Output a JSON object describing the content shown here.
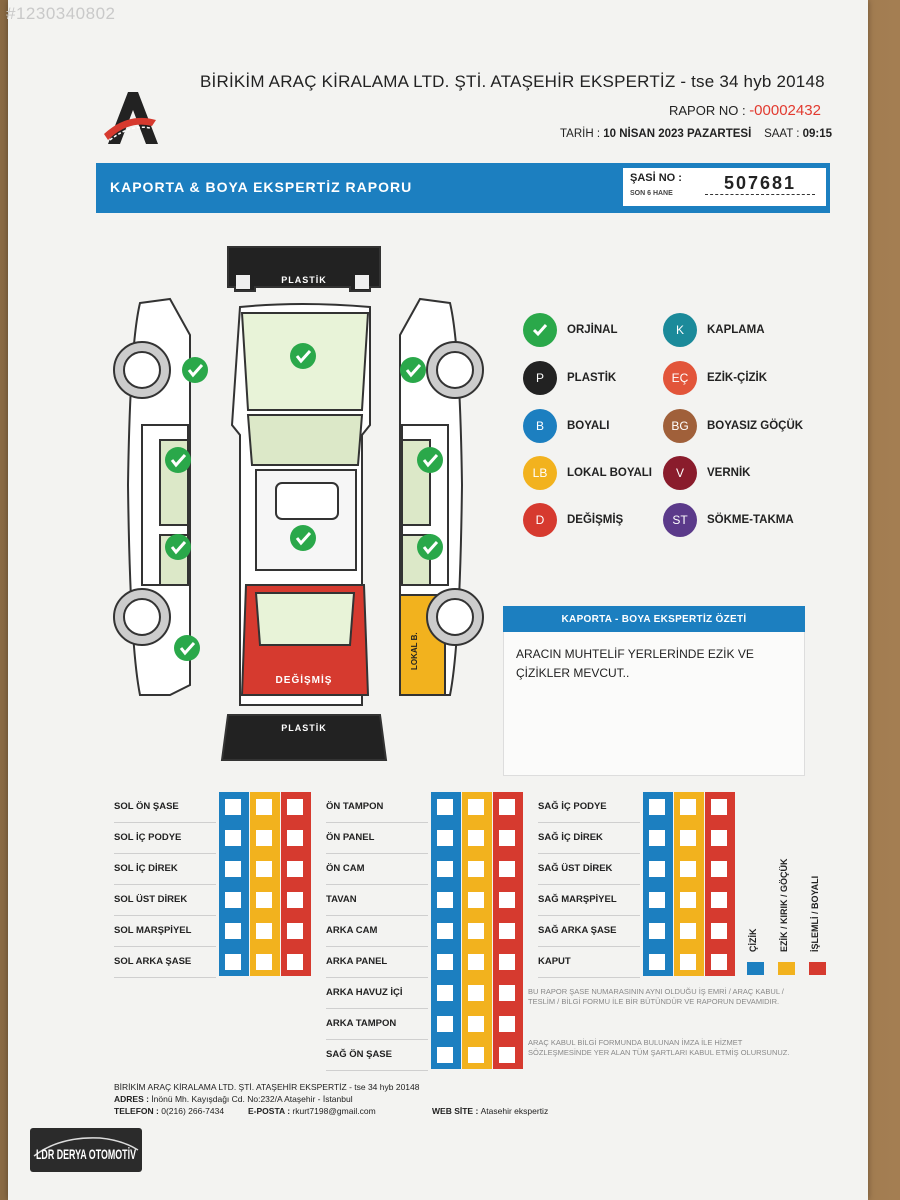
{
  "listing_id": "#1230340802",
  "company_header": "BİRİKİM ARAÇ KİRALAMA LTD. ŞTİ. ATAŞEHİR EKSPERTİZ - tse 34 hyb 20148",
  "report_no_label": "RAPOR NO : ",
  "report_no": "-00002432",
  "date_label": "TARİH : ",
  "date_value": "10 NİSAN 2023 PAZARTESİ",
  "time_label": "SAAT : ",
  "time_value": "09:15",
  "title": "KAPORTA & BOYA EKSPERTİZ RAPORU",
  "chassis": {
    "label": "ŞASİ NO :",
    "sublabel": "SON 6 HANE",
    "value": "507681"
  },
  "diagram_labels": {
    "front_bumper": "PLASTİK",
    "rear_bumper": "PLASTİK",
    "trunk": "DEĞİŞMİŞ",
    "rear_right": "LOKAL B."
  },
  "colors": {
    "blue": "#1c7fc0",
    "yellow": "#f2b21e",
    "red": "#d63a2f",
    "green": "#2aa84a",
    "original": "#2aa84a"
  },
  "legend": [
    {
      "abbr": "",
      "label": "ORJİNAL",
      "color": "#2aa84a",
      "icon": "check-icon"
    },
    {
      "abbr": "K",
      "label": "KAPLAMA",
      "color": "#1b8a9a"
    },
    {
      "abbr": "P",
      "label": "PLASTİK",
      "color": "#222222"
    },
    {
      "abbr": "EÇ",
      "label": "EZİK-ÇİZİK",
      "color": "#e2553a"
    },
    {
      "abbr": "B",
      "label": "BOYALI",
      "color": "#1c7fc0"
    },
    {
      "abbr": "BG",
      "label": "BOYASIZ GÖÇÜK",
      "color": "#a0603a"
    },
    {
      "abbr": "LB",
      "label": "LOKAL BOYALI",
      "color": "#f2b21e"
    },
    {
      "abbr": "V",
      "label": "VERNİK",
      "color": "#8a1c2c"
    },
    {
      "abbr": "D",
      "label": "DEĞİŞMİŞ",
      "color": "#d63a2f"
    },
    {
      "abbr": "ST",
      "label": "SÖKME-TAKMA",
      "color": "#5b3a8a"
    }
  ],
  "summary": {
    "header": "KAPORTA - BOYA EKSPERTİZ ÖZETİ",
    "text": "ARACIN MUHTELİF YERLERİNDE EZİK VE ÇİZİKLER MEVCUT.."
  },
  "parts": {
    "left": [
      "SOL ÖN ŞASE",
      "SOL İÇ PODYE",
      "SOL İÇ DİREK",
      "SOL ÜST DİREK",
      "SOL MARŞPİYEL",
      "SOL ARKA ŞASE"
    ],
    "middle": [
      "ÖN TAMPON",
      "ÖN PANEL",
      "ÖN CAM",
      "TAVAN",
      "ARKA CAM",
      "ARKA PANEL",
      "ARKA HAVUZ İÇİ",
      "ARKA TAMPON",
      "SAĞ ÖN ŞASE"
    ],
    "right": [
      "SAĞ İÇ PODYE",
      "SAĞ İÇ DİREK",
      "SAĞ ÜST DİREK",
      "SAĞ MARŞPİYEL",
      "SAĞ ARKA ŞASE",
      "KAPUT"
    ]
  },
  "column_legend": [
    "ÇİZİK",
    "EZİK / KIRIK / GÖÇÜK",
    "İŞLEMLİ / BOYALI"
  ],
  "notes": [
    "BU RAPOR ŞASE NUMARASININ AYNI OLDUĞU İŞ EMRİ / ARAÇ KABUL / TESLİM / BİLGİ FORMU İLE BİR BÜTÜNDÜR VE RAPORUN DEVAMIDIR.",
    "ARAÇ KABUL BİLGİ FORMUNDA BULUNAN İMZA İLE HİZMET SÖZLEŞMESİNDE YER ALAN TÜM ŞARTLARI KABUL ETMİŞ OLURSUNUZ."
  ],
  "footer": {
    "company": "BİRİKİM ARAÇ KİRALAMA LTD. ŞTİ. ATAŞEHİR EKSPERTİZ - tse 34 hyb 20148",
    "address_label": "ADRES : ",
    "address": "İnönü Mh. Kayışdağı Cd. No:232/A Ataşehir - İstanbul",
    "phone_label": "TELEFON : ",
    "phone": "0(216) 266-7434",
    "email_label": "E-POSTA : ",
    "email": "rkurt7198@gmail.com",
    "web_label": "WEB SİTE : ",
    "web": "Atasehir ekspertiz"
  },
  "dealer_logo": "LDR DERYA OTOMOTİV"
}
